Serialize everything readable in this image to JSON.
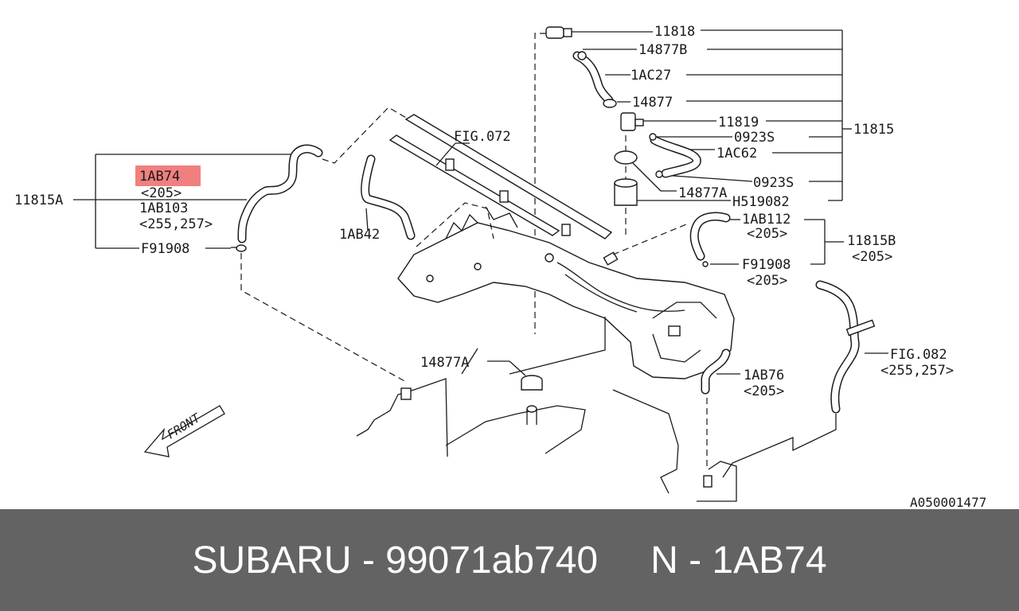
{
  "diagram": {
    "highlight_color": "#f08080",
    "labels": {
      "p11818": "11818",
      "p14877B": "14877B",
      "p1AC27": "1AC27",
      "p14877": "14877",
      "p11819": "11819",
      "p0923S_a": "0923S",
      "p11815": "11815",
      "p1AC62": "1AC62",
      "p0923S_b": "0923S",
      "p14877A_top": "14877A",
      "pH519082": "H519082",
      "fig072": "FIG.072",
      "p1AB74": "1AB74",
      "p1AB74_sub": "<205>",
      "p11815A": "11815A",
      "p1AB103": "1AB103",
      "p1AB103_sub": "<255,257>",
      "p1AB42": "1AB42",
      "pF91908_left": "F91908",
      "p1AB112": "1AB112",
      "p1AB112_sub": "<205>",
      "p11815B": "11815B",
      "p11815B_sub": "<205>",
      "pF91908_right": "F91908",
      "pF91908_right_sub": "<205>",
      "p14877A_bottom": "14877A",
      "p1AB76": "1AB76",
      "p1AB76_sub": "<205>",
      "fig082": "FIG.082",
      "fig082_sub": "<255,257>",
      "front": "FRONT",
      "code": "A050001477"
    }
  },
  "footer": {
    "left": "SUBARU - 99071ab740",
    "right": "N - 1AB74"
  }
}
